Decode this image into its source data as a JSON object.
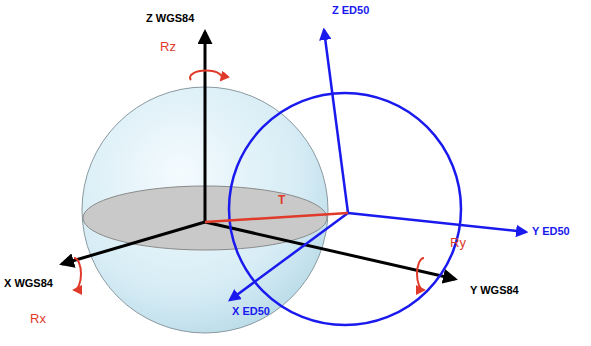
{
  "diagram": {
    "labels": [
      "Z WGS84",
      "Z ED50",
      "Rz",
      "T",
      "Y ED50",
      "Ry",
      "X WGS84",
      "Rx",
      "X ED50",
      "Y WGS84"
    ]
  }
}
